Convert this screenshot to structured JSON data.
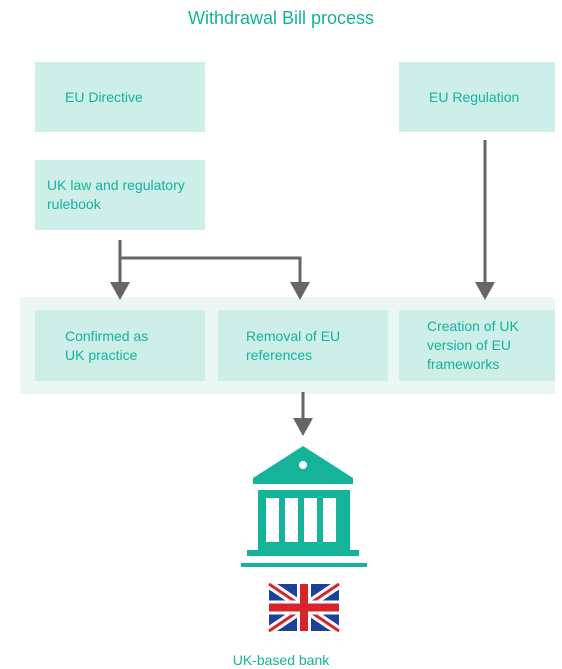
{
  "title": "Withdrawal Bill process",
  "boxes": {
    "eu_directive": "EU Directive",
    "eu_regulation": "EU Regulation",
    "uk_law": "UK law and regulatory rulebook",
    "confirmed": "Confirmed as UK practice",
    "removal": "Removal of EU references",
    "creation": "Creation of UK version of EU frameworks"
  },
  "caption": "UK-based bank",
  "colors": {
    "accent": "#14b39a",
    "box_fill": "#cdeee9",
    "band_fill": "#ebf7f5",
    "arrow": "#666666",
    "flag_blue": "#1f3f99",
    "flag_red": "#d6262b"
  },
  "icons": [
    "bank-building-icon",
    "union-jack-flag-icon"
  ]
}
